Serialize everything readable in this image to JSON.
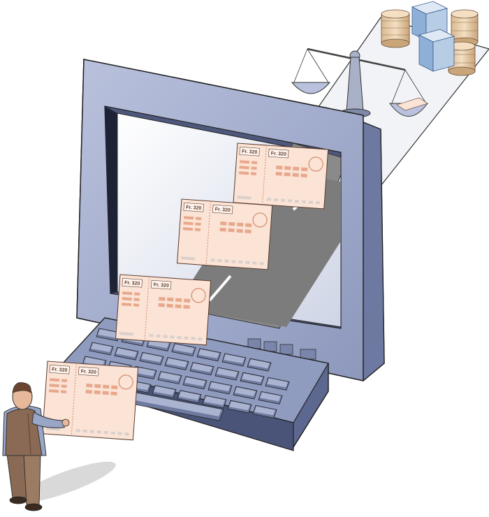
{
  "slips": [
    {
      "label_left": "Fr. 320",
      "label_right": "Fr. 320"
    },
    {
      "label_left": "Fr. 320",
      "label_right": "Fr. 320"
    },
    {
      "label_left": "Fr. 320",
      "label_right": "Fr. 320"
    },
    {
      "label_left": "Fr. 320",
      "label_right": "Fr. 320"
    }
  ],
  "colors": {
    "monitor": "#8f9bbf",
    "monitor_light": "#b4bdd9",
    "monitor_dark": "#5d6890",
    "screen": "#dfe3ef",
    "road": "#8a8a8a",
    "slip": "#fbe3d6",
    "slip_mark": "#e7a88c",
    "figure_vest": "#8a6a55",
    "figure_shirt": "#9aa6c8"
  }
}
